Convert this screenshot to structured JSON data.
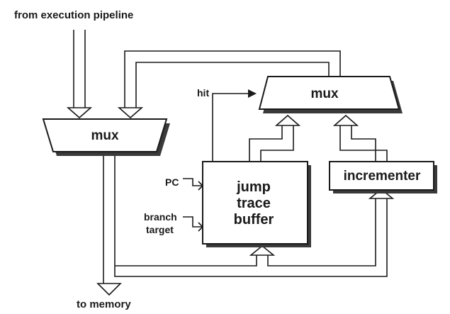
{
  "labels": {
    "from_pipeline": "from execution pipeline",
    "to_memory": "to memory",
    "hit": "hit",
    "pc": "PC",
    "branch": "branch",
    "target": "target"
  },
  "blocks": {
    "left_mux": "mux",
    "top_mux": "mux",
    "incrementer": "incrementer",
    "jtb_line1": "jump",
    "jtb_line2": "trace",
    "jtb_line3": "buffer"
  },
  "colors": {
    "ink": "#1a1a1a",
    "shadow": "#3a3a3a",
    "background": "#ffffff"
  }
}
